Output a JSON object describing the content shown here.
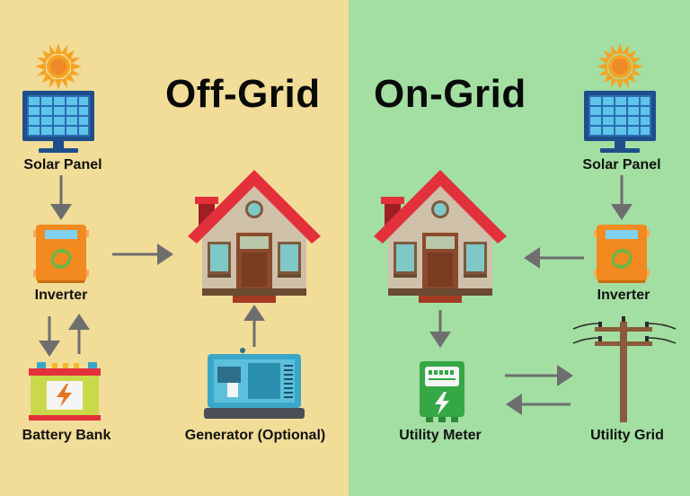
{
  "colors": {
    "offgrid_bg": "#f1dc98",
    "ongrid_bg": "#a3dfa3",
    "arrow": "#6e6e6e",
    "roof": "#e2313a",
    "house_wall": "#cfc0aa",
    "inverter": "#f28a1f",
    "solar_cell": "#5fc4ea",
    "solar_frame": "#1f4e8c",
    "sun": "#f6a324",
    "meter": "#35a845",
    "generator": "#3aa7c8",
    "pole": "#8a5a3a"
  },
  "off_grid": {
    "title": "Off-Grid",
    "solar_panel": "Solar Panel",
    "inverter": "Inverter",
    "battery_bank": "Battery Bank",
    "generator": "Generator (Optional)"
  },
  "on_grid": {
    "title": "On-Grid",
    "solar_panel": "Solar Panel",
    "inverter": "Inverter",
    "utility_meter": "Utility Meter",
    "utility_grid": "Utility Grid"
  }
}
